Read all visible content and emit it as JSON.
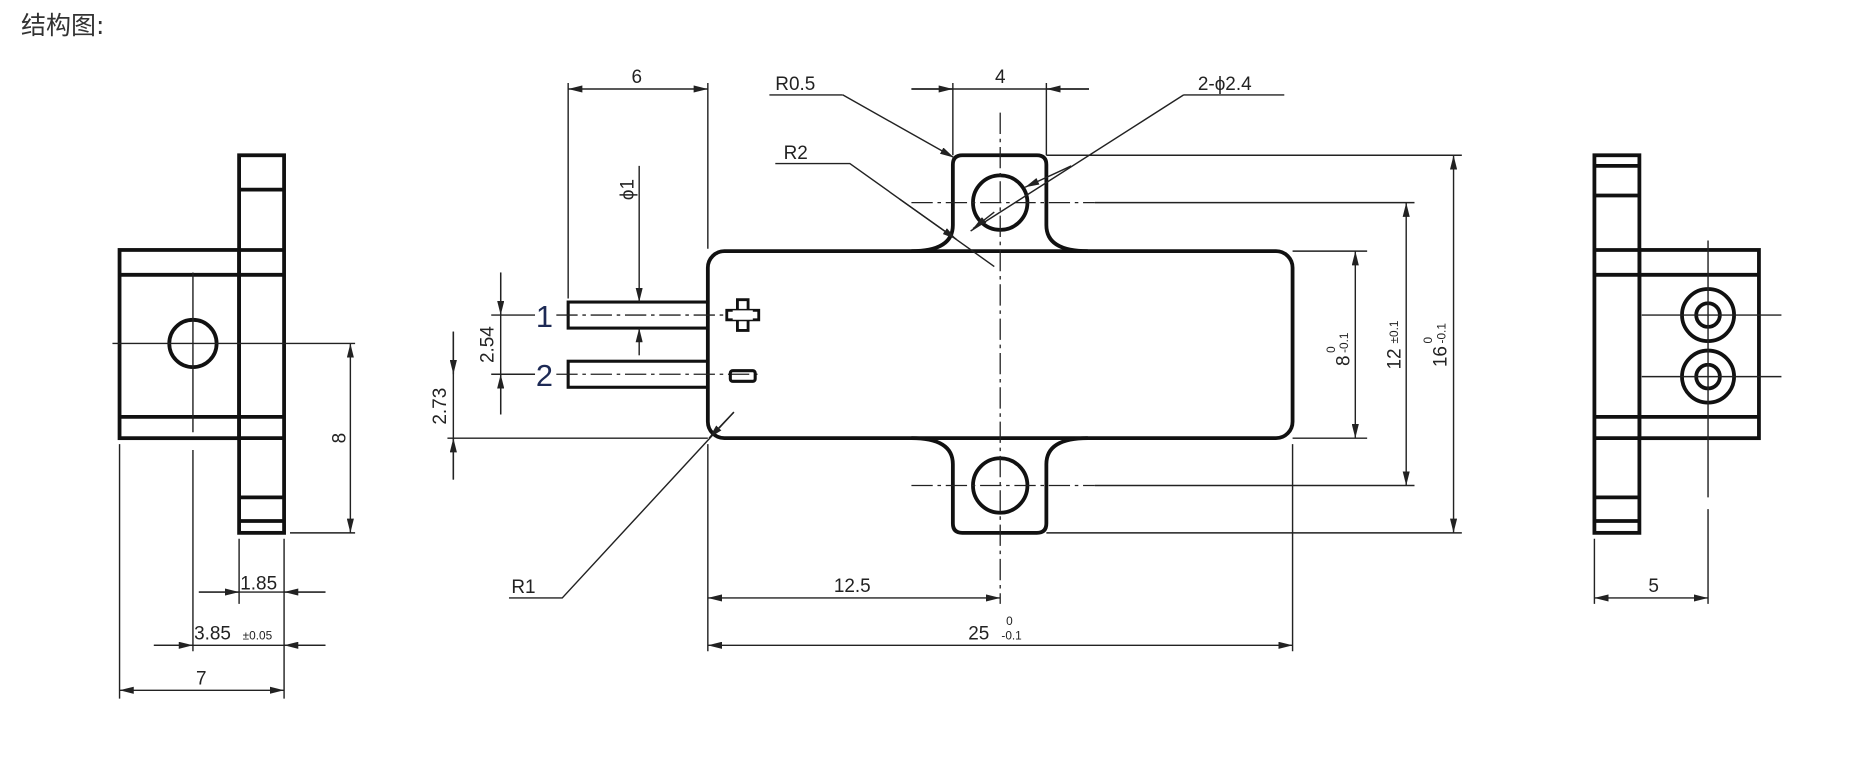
{
  "title": "结构图:",
  "left_view": {
    "dim_8": "8",
    "dim_1_85": "1.85",
    "dim_3_85": "3.85",
    "tol_3_85": "±0.05",
    "dim_7": "7"
  },
  "main_view": {
    "dim_6": "6",
    "phi_1": "ϕ1",
    "dim_2_54": "2.54",
    "dim_2_73": "2.73",
    "pin_1": "1",
    "pin_2": "2",
    "plus": "+",
    "minus": "−",
    "r0_5": "R0.5",
    "r2": "R2",
    "r1": "R1",
    "dim_4": "4",
    "holes": "2-ϕ2.4",
    "dim_8": "8",
    "tol_8_upper": "0",
    "tol_8_lower": "-0.1",
    "dim_12": "12",
    "tol_12": "±0.1",
    "dim_16": "16",
    "tol_16_upper": "0",
    "tol_16_lower": "-0.1",
    "dim_12_5": "12.5",
    "dim_25": "25",
    "tol_25_upper": "0",
    "tol_25_lower": "-0.1"
  },
  "right_view": {
    "dim_5": "5"
  }
}
